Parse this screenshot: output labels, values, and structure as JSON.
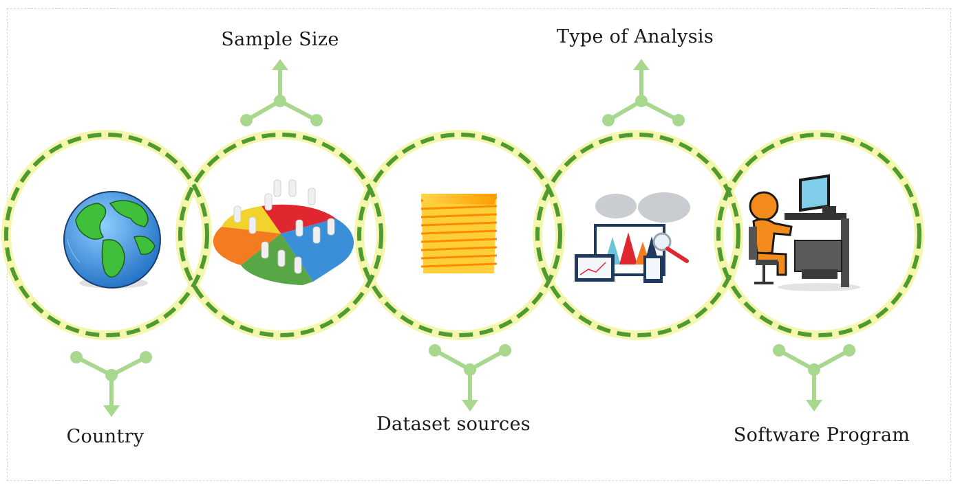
{
  "labels": {
    "country": "Country",
    "sample_size": "Sample Size",
    "dataset_sources": "Dataset sources",
    "type_of_analysis": "Type of Analysis",
    "software_program": "Software Program"
  },
  "colors": {
    "ring_dash": "#4f9a32",
    "ring_glow": "#f4f6a6",
    "connector": "#a8d88e",
    "frame": "#d9d9d9",
    "text": "#1a1a1a"
  },
  "icons": [
    "globe-icon",
    "population-pie-chart-icon",
    "stacked-layers-icon",
    "analytics-dashboard-icon",
    "person-at-computer-icon"
  ]
}
